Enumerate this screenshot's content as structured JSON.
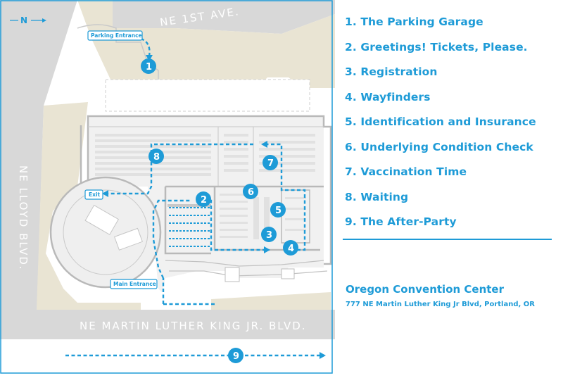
{
  "map": {
    "north_label": "N",
    "streets": {
      "top": "NE 1ST AVE.",
      "left": "NE LLOYD BLVD.",
      "bottom": "NE MARTIN LUTHER KING JR. BLVD."
    },
    "labels": {
      "parking_entrance": "Parking Entrance",
      "exit": "Exit",
      "main_entrance": "Main Entrance"
    },
    "markers": [
      "1",
      "2",
      "3",
      "4",
      "5",
      "6",
      "7",
      "8",
      "9"
    ],
    "colors": {
      "accent": "#1e9bd7",
      "street": "#d8d8d8",
      "plaza": "#e9e4d3",
      "building": "#efefef",
      "wall": "#b9b9b9"
    }
  },
  "legend": {
    "items": [
      "1. The Parking Garage",
      "2. Greetings! Tickets, Please.",
      "3. Registration",
      "4. Wayfinders",
      "5. Identification and Insurance",
      "6. Underlying Condition Check",
      "7. Vaccination Time",
      "8. Waiting",
      "9. The After-Party"
    ]
  },
  "venue": {
    "name": "Oregon Convention Center",
    "address": "777 NE Martin Luther King Jr Blvd, Portland, OR"
  }
}
